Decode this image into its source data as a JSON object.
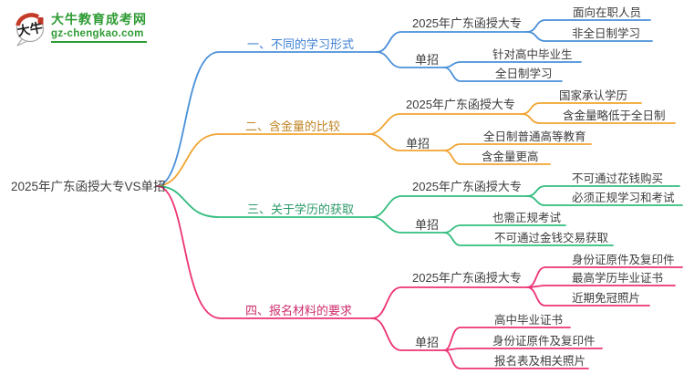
{
  "brand": {
    "site_name": "大牛教育成考网",
    "domain": "gz-chengkao.com",
    "icon_text": "大牛",
    "color": "#2e9b33",
    "icon_red": "#c43b28"
  },
  "root": {
    "label": "2025年广东函授大专VS单招"
  },
  "branches": [
    {
      "label": "一、不同的学习形式",
      "color": "#4a90d9",
      "label_color": "#3b7fd2",
      "children": [
        {
          "label": "2025年广东函授大专",
          "items": [
            "面向在职人员",
            "非全日制学习"
          ]
        },
        {
          "label": "单招",
          "items": [
            "针对高中毕业生",
            "全日制学习"
          ]
        }
      ]
    },
    {
      "label": "二、含金量的比较",
      "color": "#f0a431",
      "label_color": "#c08526",
      "children": [
        {
          "label": "2025年广东函授大专",
          "items": [
            "国家承认学历",
            "含金量略低于全日制"
          ]
        },
        {
          "label": "单招",
          "items": [
            "全日制普通高等教育",
            "含金量更高"
          ]
        }
      ]
    },
    {
      "label": "三、关于学历的获取",
      "color": "#33bd7f",
      "label_color": "#2a9968",
      "children": [
        {
          "label": "2025年广东函授大专",
          "items": [
            "不可通过花钱购买",
            "必须正规学习和考试"
          ]
        },
        {
          "label": "单招",
          "items": [
            "也需正规考试",
            "不可通过金钱交易获取"
          ]
        }
      ]
    },
    {
      "label": "四、报名材料的要求",
      "color": "#ed3376",
      "label_color": "#cf2d6d",
      "children": [
        {
          "label": "2025年广东函授大专",
          "items": [
            "身份证原件及复印件",
            "最高学历毕业证书",
            "近期免冠照片"
          ]
        },
        {
          "label": "单招",
          "items": [
            "高中毕业证书",
            "身份证原件及复印件",
            "报名表及相关照片"
          ]
        }
      ]
    }
  ]
}
